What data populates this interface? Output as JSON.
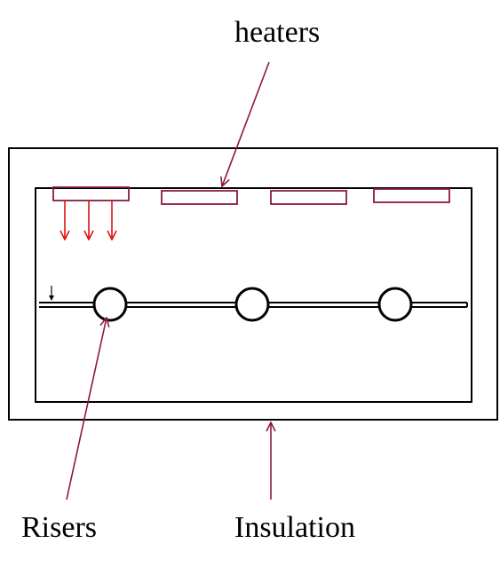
{
  "labels": {
    "heaters": "heaters",
    "risers": "Risers",
    "insulation": "Insulation"
  },
  "colors": {
    "outline": "#000000",
    "heater": "#8b1a3c",
    "leader": "#8b1a3c",
    "heat_arrow": "#e01010"
  },
  "counts": {
    "heaters": 4,
    "risers": 3,
    "heat_arrows": 3
  }
}
